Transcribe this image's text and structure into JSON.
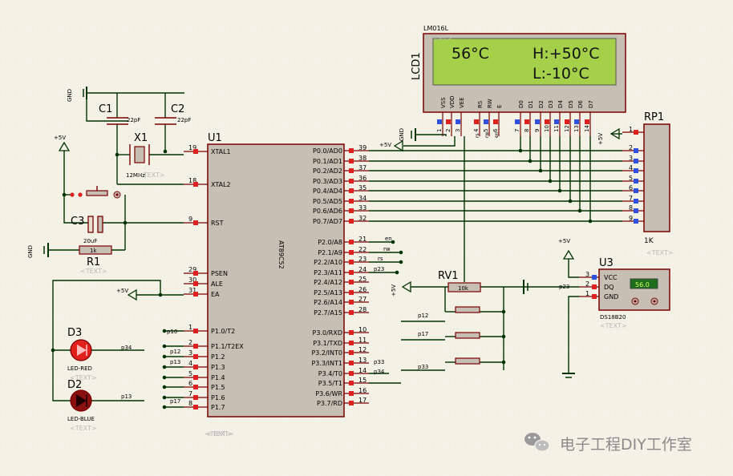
{
  "mcu": {
    "ref": "U1",
    "part": "AT89C52",
    "left_pins": [
      {
        "num": "19",
        "name": "XTAL1"
      },
      {
        "num": "18",
        "name": "XTAL2"
      },
      {
        "num": "9",
        "name": "RST"
      },
      {
        "num": "29",
        "name": "PSEN"
      },
      {
        "num": "30",
        "name": "ALE"
      },
      {
        "num": "31",
        "name": "EA"
      },
      {
        "num": "1",
        "name": "P1.0/T2"
      },
      {
        "num": "2",
        "name": "P1.1/T2EX"
      },
      {
        "num": "3",
        "name": "P1.2"
      },
      {
        "num": "4",
        "name": "P1.3"
      },
      {
        "num": "5",
        "name": "P1.4"
      },
      {
        "num": "6",
        "name": "P1.5"
      },
      {
        "num": "7",
        "name": "P1.6"
      },
      {
        "num": "8",
        "name": "P1.7"
      }
    ],
    "right_pins": [
      {
        "num": "39",
        "name": "P0.0/AD0"
      },
      {
        "num": "38",
        "name": "P0.1/AD1"
      },
      {
        "num": "37",
        "name": "P0.2/AD2"
      },
      {
        "num": "36",
        "name": "P0.3/AD3"
      },
      {
        "num": "35",
        "name": "P0.4/AD4"
      },
      {
        "num": "34",
        "name": "P0.5/AD5"
      },
      {
        "num": "33",
        "name": "P0.6/AD6"
      },
      {
        "num": "32",
        "name": "P0.7/AD7"
      },
      {
        "num": "21",
        "name": "P2.0/A8"
      },
      {
        "num": "22",
        "name": "P2.1/A9"
      },
      {
        "num": "23",
        "name": "P2.2/A10"
      },
      {
        "num": "24",
        "name": "P2.3/A11"
      },
      {
        "num": "25",
        "name": "P2.4/A12"
      },
      {
        "num": "26",
        "name": "P2.5/A13"
      },
      {
        "num": "27",
        "name": "P2.6/A14"
      },
      {
        "num": "28",
        "name": "P2.7/A15"
      },
      {
        "num": "10",
        "name": "P3.0/RXD"
      },
      {
        "num": "11",
        "name": "P3.1/TXD"
      },
      {
        "num": "12",
        "name": "P3.2/INT0"
      },
      {
        "num": "13",
        "name": "P3.3/INT1"
      },
      {
        "num": "14",
        "name": "P3.4/T0"
      },
      {
        "num": "15",
        "name": "P3.5/T1"
      },
      {
        "num": "16",
        "name": "P3.6/WR"
      },
      {
        "num": "17",
        "name": "P3.7/RD"
      }
    ],
    "text_tag": "<TEXT>"
  },
  "lcd": {
    "ref": "LCD1",
    "part": "LM016L",
    "text_tag": "<TEXT>",
    "line1_left": "56°C",
    "line1_right": "H:+50°C",
    "line2_right": "L:-10°C",
    "pin_names": [
      "VSS",
      "VDD",
      "VEE",
      "RS",
      "RW",
      "E",
      "D0",
      "D1",
      "D2",
      "D3",
      "D4",
      "D5",
      "D6",
      "D7"
    ],
    "pin_nums": [
      "1",
      "2",
      "3",
      "4",
      "5",
      "6",
      "7",
      "8",
      "9",
      "10",
      "11",
      "12",
      "13",
      "14"
    ],
    "net_rs": "rs",
    "net_rw": "rw",
    "net_en": "en"
  },
  "rp1": {
    "ref": "RP1",
    "value": "1K",
    "text_tag": "<TEXT>",
    "pins": [
      "1",
      "2",
      "3",
      "4",
      "5",
      "6",
      "7",
      "8",
      "9"
    ]
  },
  "c1": {
    "ref": "C1",
    "value": "22pF"
  },
  "c2": {
    "ref": "C2",
    "value": "22pF"
  },
  "x1": {
    "ref": "X1",
    "value": "12MHz",
    "text_tag": "<TEXT>"
  },
  "c3": {
    "ref": "C3",
    "value": "20uF"
  },
  "r1": {
    "ref": "R1",
    "value": "1k",
    "text_tag": "<TEXT>"
  },
  "rv1": {
    "ref": "RV1",
    "value": "10k"
  },
  "u3": {
    "ref": "U3",
    "part": "DS18B20",
    "lcd_value": "56.0",
    "text_tag": "<TEXT>",
    "pins": [
      {
        "num": "3",
        "name": "VCC"
      },
      {
        "num": "2",
        "name": "DQ"
      },
      {
        "num": "1",
        "name": "GND"
      }
    ]
  },
  "d3": {
    "ref": "D3",
    "part": "LED-RED",
    "text_tag": "<TEXT>"
  },
  "d2": {
    "ref": "D2",
    "part": "LED-BLUE",
    "text_tag": "<TEXT>"
  },
  "power": {
    "vcc": "+5V",
    "gnd": "GND"
  },
  "nets": {
    "en": "en",
    "rw": "rw",
    "rs": "rs",
    "p23": "p23",
    "p10": "p10",
    "p12": "p12",
    "p13": "p13",
    "p17": "p17",
    "p33": "p33",
    "p34": "p34"
  },
  "sheet_tag": "<TEXT>",
  "watermark": "电子工程DIY工作室",
  "colors": {
    "background": "#f4f2e6",
    "body": "#c8bfb4",
    "outline": "#7a0000",
    "wire": "#003300",
    "lcd_green": "#a5d14a",
    "led_red": "#e0201c",
    "pin_red": "#dd2020",
    "pin_blue": "#3050e0"
  }
}
